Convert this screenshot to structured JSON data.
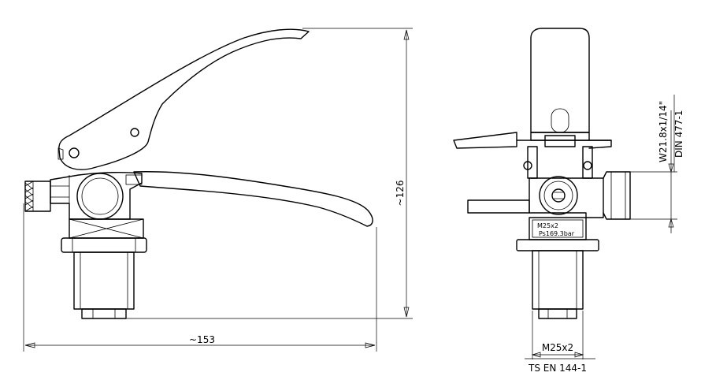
{
  "dimensions": {
    "length": "~153",
    "height": "~126",
    "thread_bottom": "M25x2",
    "standard_bottom": "TS EN 144-1",
    "side_thread": "W21.8x1/14\"",
    "side_standard": "DIN 477-1"
  },
  "plate": {
    "line1": "M25x2",
    "line2": "Ps169.3bar"
  }
}
